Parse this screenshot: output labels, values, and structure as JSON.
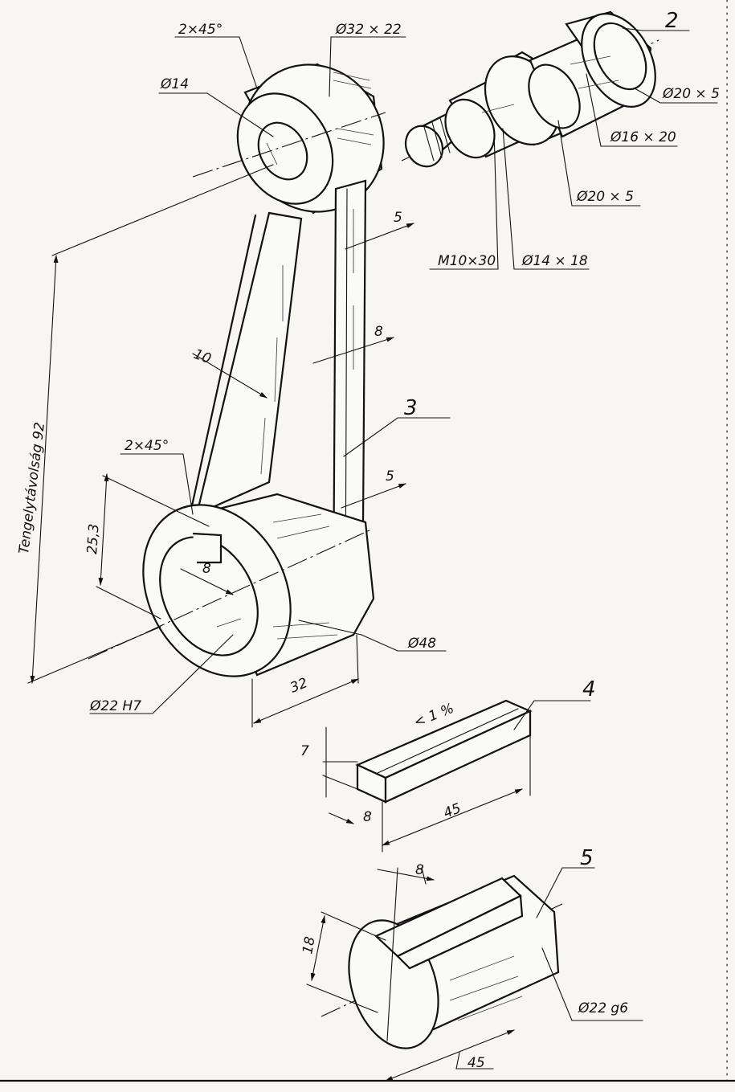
{
  "labels": {
    "d32x22": "Ø32 × 22",
    "c2x45_top": "2×45°",
    "d14": "Ø14",
    "part2": "2",
    "d20x5_a": "Ø20 × 5",
    "d16x20": "Ø16 × 20",
    "d20x5_b": "Ø20 × 5",
    "dim5_top": "5",
    "m10x30": "M10×30",
    "d14x18": "Ø14 × 18",
    "dim8_rib": "8",
    "dim10": "10",
    "part3": "3",
    "c2x45_bot": "2×45°",
    "dim5_bot": "5",
    "dim25_3": "25,3",
    "dim8_key": "8",
    "axis_dist": "Tengelytávolság 92",
    "d48": "Ø48",
    "d22h7": "Ø22 H7",
    "dim32": "32",
    "part4": "4",
    "taper": "< 1 %",
    "dim7": "7",
    "dim8_part4": "8",
    "dim45_part4": "45",
    "part5": "5",
    "dim8_part5": "8",
    "dim18": "18",
    "d22g6": "Ø22 g6",
    "dim45_part5": "45"
  },
  "colors": {
    "ink": "#111111",
    "paper": "#f7f6f3"
  }
}
